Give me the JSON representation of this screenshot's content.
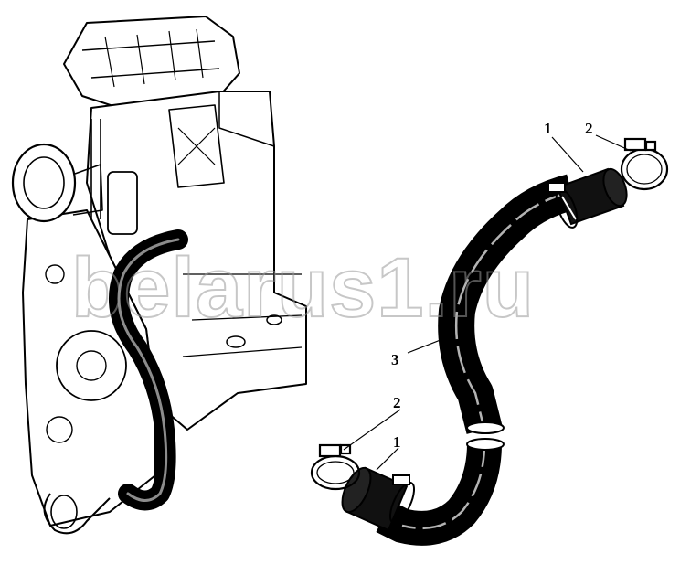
{
  "watermark": {
    "text": "belarus1.ru"
  },
  "callouts": [
    {
      "id": "c1a",
      "text": "1"
    },
    {
      "id": "c2a",
      "text": "2"
    },
    {
      "id": "c3",
      "text": "3"
    },
    {
      "id": "c2b",
      "text": "2"
    },
    {
      "id": "c1b",
      "text": "1"
    }
  ],
  "colors": {
    "ink": "#000000",
    "paper": "#ffffff",
    "watermark": "#9a9a9a"
  }
}
